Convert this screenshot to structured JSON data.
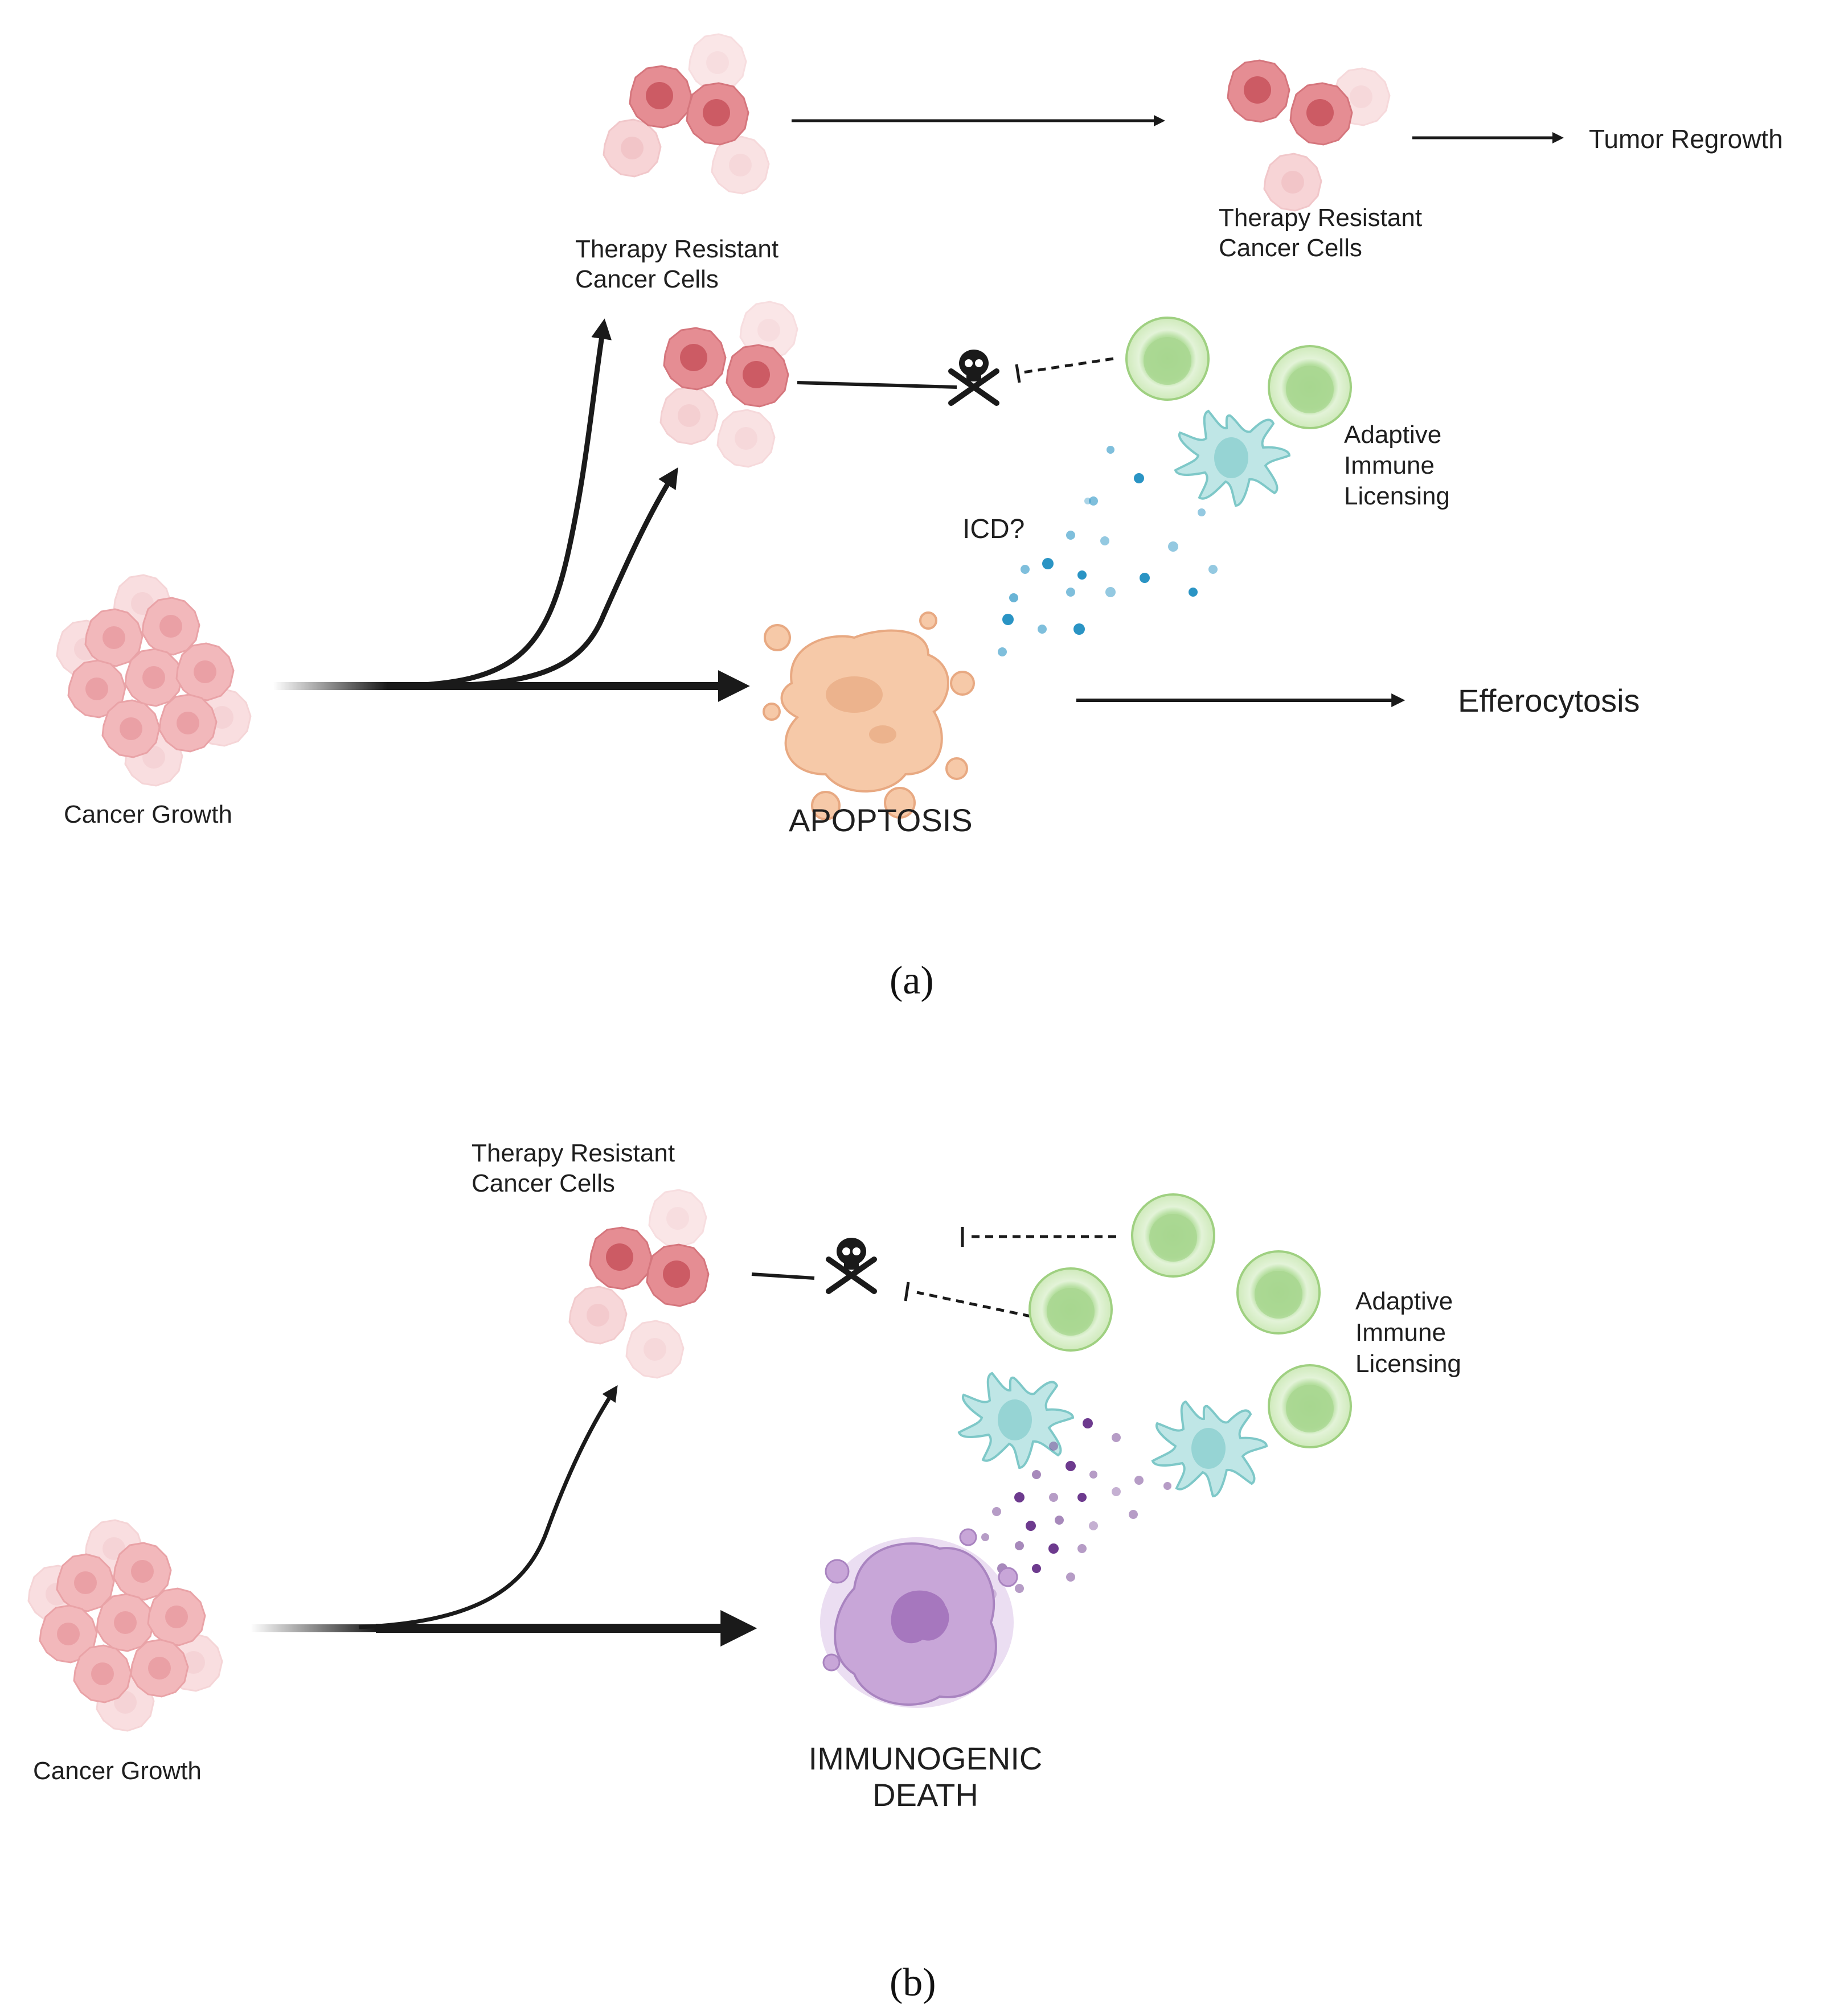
{
  "panel_a": {
    "therapy_resistant_label": [
      "Therapy Resistant",
      "Cancer Cells"
    ],
    "therapy_resistant_label_2": [
      "Therapy Resistant",
      "Cancer Cells"
    ],
    "tumor_regrowth": "Tumor Regrowth",
    "adaptive_label": [
      "Adaptive",
      "Immune",
      "Licensing"
    ],
    "icd_label": "ICD?",
    "apoptosis_label": "APOPTOSIS",
    "efferocytosis_label": "Efferocytosis",
    "cancer_growth_label": "Cancer Growth",
    "caption": "(a)"
  },
  "panel_b": {
    "therapy_resistant_label": [
      "Therapy Resistant",
      "Cancer Cells"
    ],
    "adaptive_label": [
      "Adaptive",
      "Immune",
      "Licensing"
    ],
    "cancer_growth_label": "Cancer Growth",
    "death_label": [
      "IMMUNOGENIC",
      "DEATH"
    ],
    "caption": "(b)"
  },
  "colors": {
    "cancer_cell": "#f2b8bb",
    "resistant_cell": "#e48a90",
    "resistant_nucleus": "#c8525c",
    "apoptotic_cell": "#f6c9a8",
    "t_cell": "#c9e8b4",
    "dendritic_cell": "#bfe6e6",
    "icd_blue": "#2a94c4",
    "icd_purple": "#6d3a8e",
    "immunogenic_cell": "#c8a6d8",
    "arrow": "#1a1a1a"
  }
}
